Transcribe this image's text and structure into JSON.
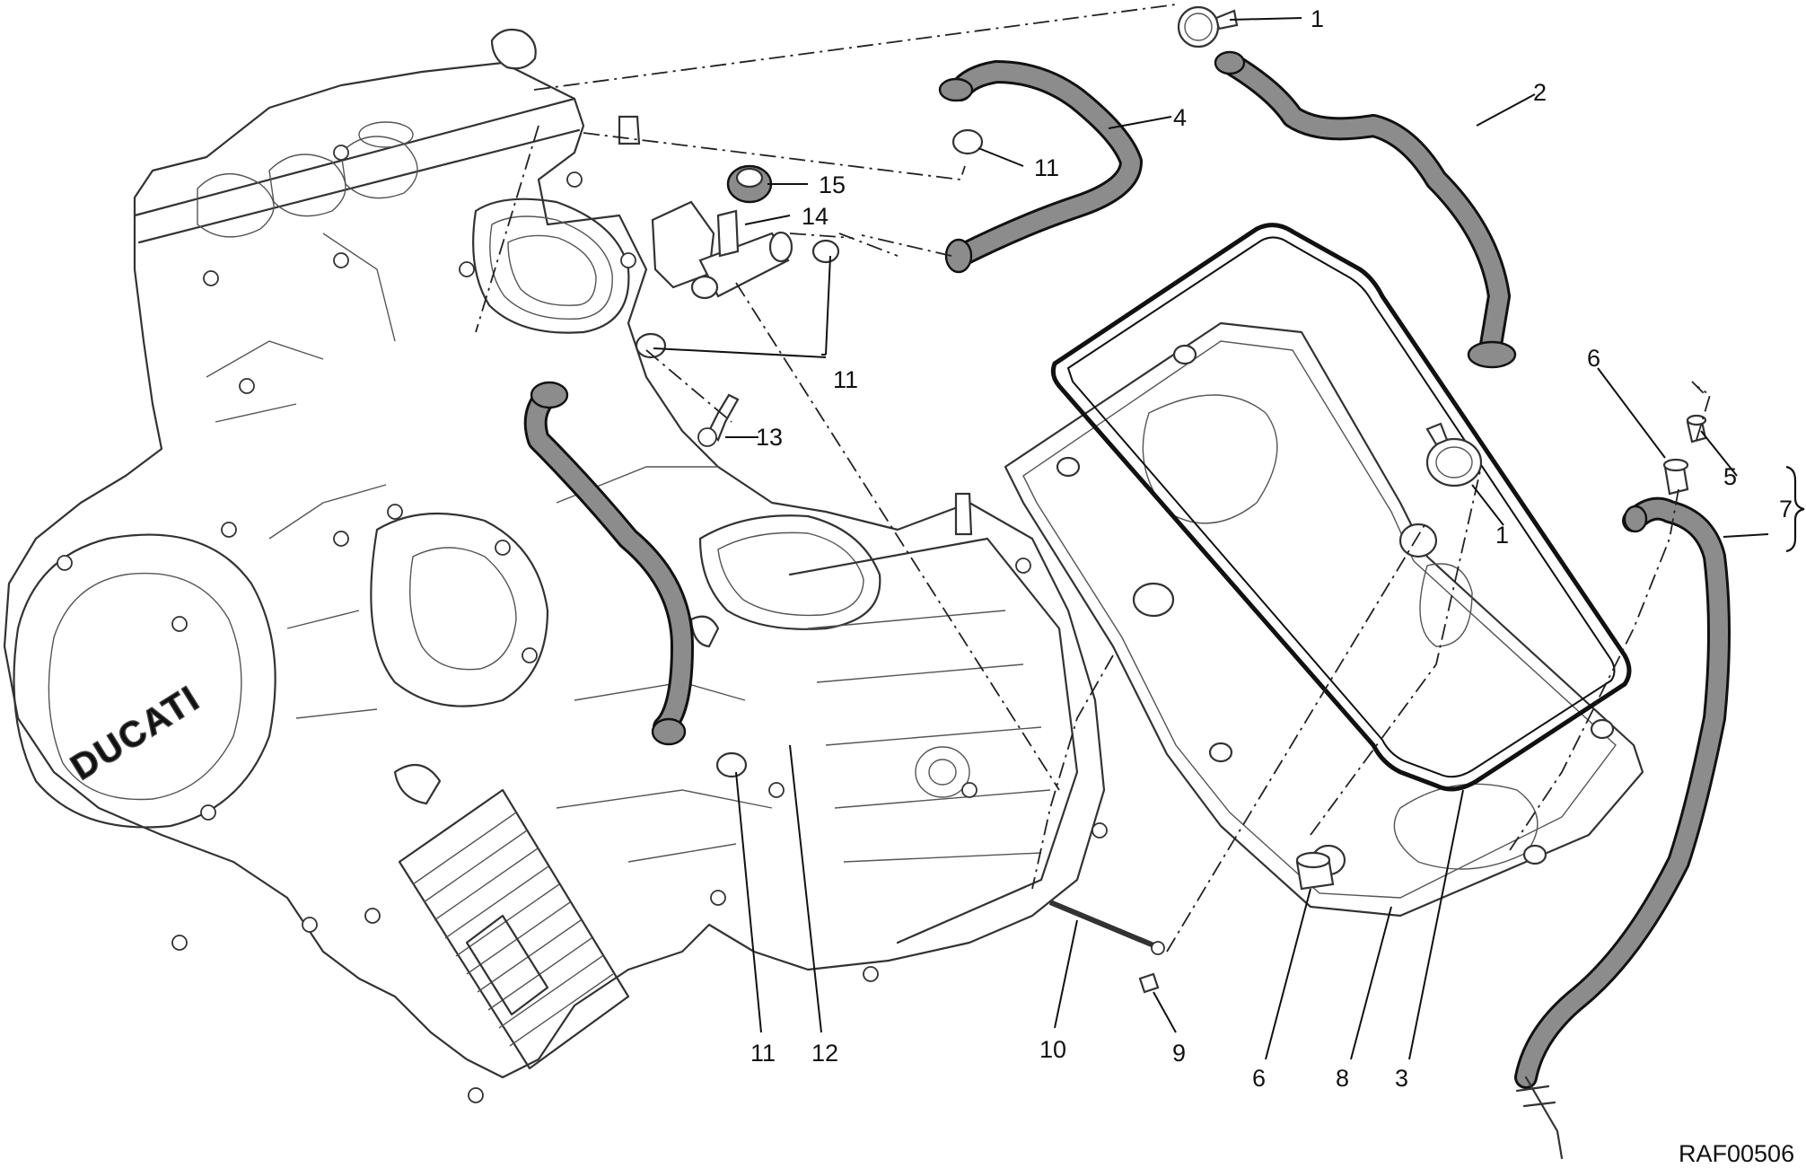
{
  "reference_code": "RAF00506",
  "engraving": "DUCATI",
  "callouts": {
    "c1_top": "1",
    "c1_mid": "1",
    "c2": "2",
    "c3": "3",
    "c4": "4",
    "c5": "5",
    "c6_top": "6",
    "c6_bottom": "6",
    "c7": "7",
    "c8": "8",
    "c9": "9",
    "c10": "10",
    "c11_a": "11",
    "c11_b": "11",
    "c11_c": "11",
    "c12": "12",
    "c13": "13",
    "c14": "14",
    "c15": "15"
  },
  "colors": {
    "hose": "#8c8c8c",
    "line": "#333333",
    "background": "#ffffff"
  }
}
